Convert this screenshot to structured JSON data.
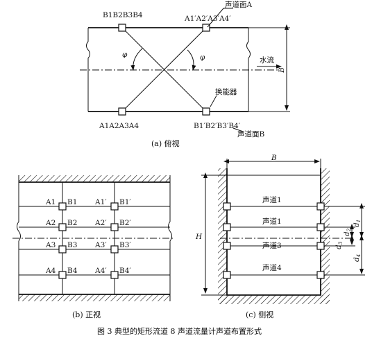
{
  "top_view": {
    "label_b_top": "B1B2B3B4",
    "label_a_top": "A1′A2′A3′A4′",
    "label_a_bottom": "A1A2A3A4",
    "label_b_bottom": "B1′B2′B3′B4′",
    "plane_a": "声道面A",
    "plane_b": "声道面B",
    "phi": "φ",
    "flow": "水流",
    "width_symbol": "B",
    "transducer": "换能器",
    "caption": "(a) 俯视"
  },
  "front_view": {
    "rows": [
      {
        "a": "A1",
        "b": "B1",
        "a2": "A1′",
        "b2": "B1′"
      },
      {
        "a": "A2",
        "b": "B2",
        "a2": "A2′",
        "b2": "B2′"
      },
      {
        "a": "A3",
        "b": "B3",
        "a2": "A3′",
        "b2": "B3′"
      },
      {
        "a": "A4",
        "b": "B4",
        "a2": "A4′",
        "b2": "B4′"
      }
    ],
    "caption": "(b) 正视"
  },
  "side_view": {
    "width_symbol": "B",
    "height_symbol": "H",
    "paths": [
      "声道1",
      "声道1",
      "声道3",
      "声道4"
    ],
    "d1": "d",
    "d1_sub": "1",
    "d2": "d",
    "d2_sub": "2",
    "d3": "d",
    "d3_sub": "3",
    "d4": "d",
    "d4_sub": "4",
    "caption": "(c) 侧视"
  },
  "figure_caption": "图 3    典型的矩形流道 8 声道流量计声道布置形式"
}
